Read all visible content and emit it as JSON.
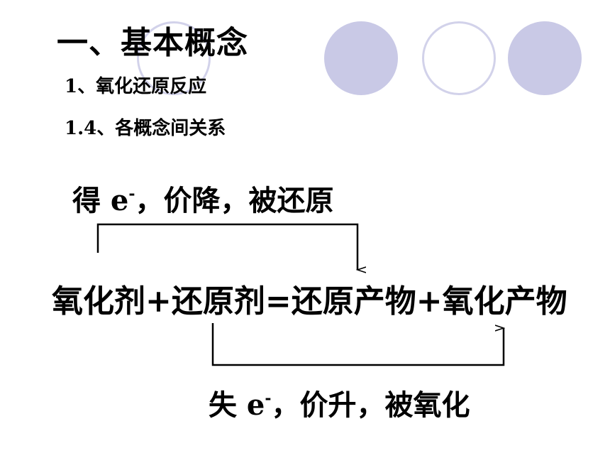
{
  "colors": {
    "circle_fill": "#c9c9e6",
    "circle_ring": "#d2d2ea",
    "line": "#000000"
  },
  "heading": {
    "title": "一、基本概念",
    "subtitle1": "1、氧化还原反应",
    "subtitle2": "1.4、各概念间关系"
  },
  "diagram": {
    "top_label": {
      "pre": "得 e",
      "sup": "-",
      "post": "，价降，被还原"
    },
    "equation": "氧化剂+还原剂=还原产物+氧化产物",
    "bottom_label": {
      "pre": "失 e",
      "sup": "-",
      "post": "，价升，被氧化"
    }
  }
}
